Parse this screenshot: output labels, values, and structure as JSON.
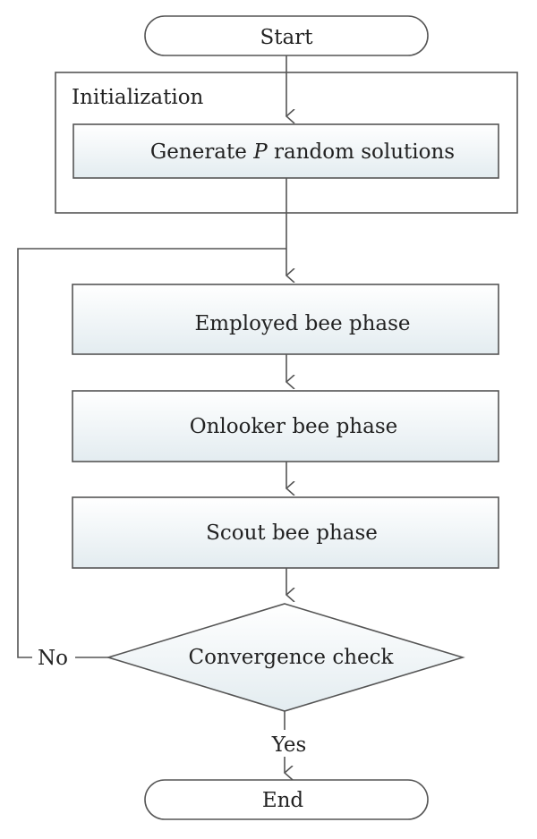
{
  "diagram": {
    "start_label": "Start",
    "init_group_label": "Initialization",
    "generate_prefix": "Generate ",
    "generate_var": "P",
    "generate_suffix": " random solutions",
    "employed_label": "Employed bee phase",
    "onlooker_label": "Onlooker bee phase",
    "scout_label": "Scout bee phase",
    "convergence_label": "Convergence check",
    "no_label": "No",
    "yes_label": "Yes",
    "end_label": "End"
  },
  "colors": {
    "stroke": "#555555",
    "box_fill_top": "#ffffff",
    "box_fill_bottom": "#e3ecf0",
    "terminal_fill": "#ffffff",
    "text": "#222222"
  }
}
